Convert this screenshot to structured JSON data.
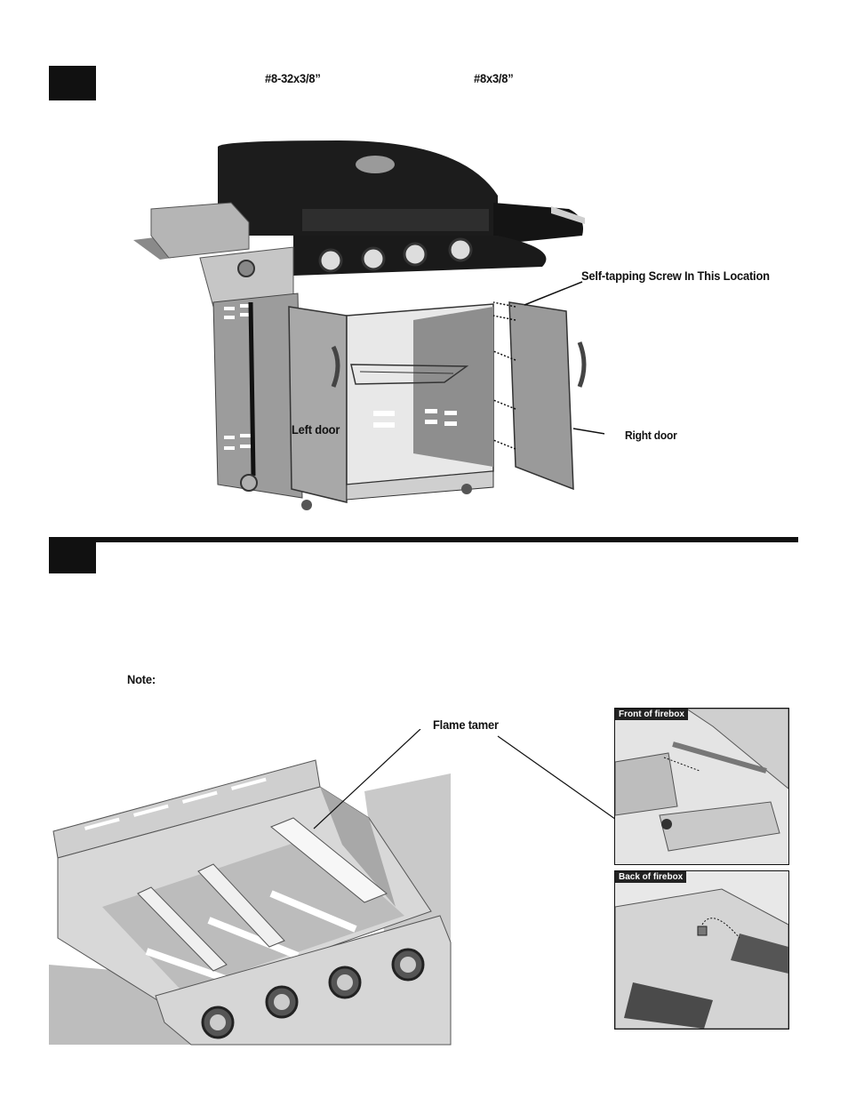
{
  "step1": {
    "screw_a": "#8-32x3/8”",
    "screw_b": "#8x3/8”",
    "callout_screw": "Self-tapping Screw In This Location",
    "left_door": "Left door",
    "right_door": "Right door"
  },
  "step2": {
    "note_label": "Note:",
    "flame_tamer": "Flame tamer",
    "inset_front": "Front of firebox",
    "inset_back": "Back of firebox"
  }
}
